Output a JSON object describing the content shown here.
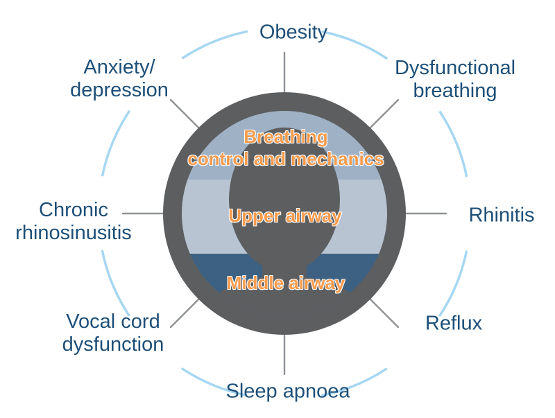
{
  "outer_labels": [
    {
      "id": "obesity",
      "lines": [
        "Obesity"
      ]
    },
    {
      "id": "dysfunctional-breathing",
      "lines": [
        "Dysfunctional",
        "breathing"
      ]
    },
    {
      "id": "rhinitis",
      "lines": [
        "Rhinitis"
      ]
    },
    {
      "id": "reflux",
      "lines": [
        "Reflux"
      ]
    },
    {
      "id": "sleep-apnoea",
      "lines": [
        "Sleep apnoea"
      ]
    },
    {
      "id": "vocal-cord-dysfunction",
      "lines": [
        "Vocal cord",
        "dysfunction"
      ]
    },
    {
      "id": "chronic-rhinosinusitis",
      "lines": [
        "Chronic",
        "rhinosinusitis"
      ]
    },
    {
      "id": "anxiety-depression",
      "lines": [
        "Anxiety/",
        "depression"
      ]
    }
  ],
  "center_labels": [
    {
      "id": "breathing-control-and-mechanics",
      "lines": [
        "Breathing",
        "control and mechanics"
      ]
    },
    {
      "id": "upper-airway",
      "lines": [
        "Upper airway"
      ]
    },
    {
      "id": "middle-airway",
      "lines": [
        "Middle airway"
      ]
    }
  ],
  "colors": {
    "outer_label_text": "#1d4f78",
    "center_label_text": "#f79b4d",
    "band_top": "#9fb1c4",
    "band_middle": "#b8c4d2",
    "band_bottom": "#3d6182",
    "circle_ring": "#5d5e60",
    "silhouette": "#5d5e60",
    "spoke_line": "#8f9193",
    "outer_arc": "#a6d7f2",
    "background": "#ffffff"
  }
}
